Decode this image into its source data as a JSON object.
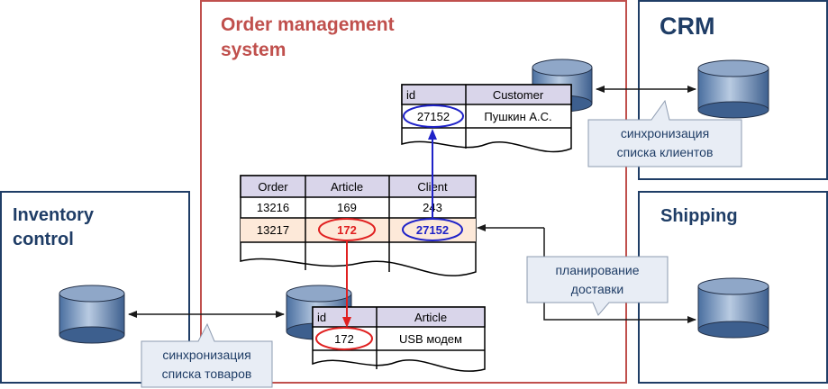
{
  "systems": {
    "oms": {
      "title_line1": "Order management",
      "title_line2": "system"
    },
    "crm": {
      "title": "CRM"
    },
    "inventory": {
      "title_line1": "Inventory",
      "title_line2": "control"
    },
    "shipping": {
      "title": "Shipping"
    }
  },
  "customer_table": {
    "headers": [
      "id",
      "Customer"
    ],
    "row": [
      "27152",
      "Пушкин А.С."
    ]
  },
  "order_table": {
    "headers": [
      "Order",
      "Article",
      "Client"
    ],
    "rows": [
      [
        "13216",
        "169",
        "243"
      ],
      [
        "13217",
        "172",
        "27152"
      ]
    ]
  },
  "article_table": {
    "headers": [
      "id",
      "Article"
    ],
    "row": [
      "172",
      "USB модем"
    ]
  },
  "callouts": {
    "crm_sync": {
      "line1": "синхронизация",
      "line2": "списка клиентов"
    },
    "shipping_plan": {
      "line1": "планирование",
      "line2": "доставки"
    },
    "inventory_sync": {
      "line1": "синхронизация",
      "line2": "списка товаров"
    }
  },
  "colors": {
    "oms_border": "#c0504d",
    "system_border": "#1f3d66",
    "title_red": "#c0504d",
    "title_blue": "#1f3d66",
    "header_fill": "#d9d5ea",
    "highlight_row": "#fde9d9",
    "link_blue": "#1f22c8",
    "link_red": "#e02020",
    "callout_fill": "#e8edf5"
  }
}
